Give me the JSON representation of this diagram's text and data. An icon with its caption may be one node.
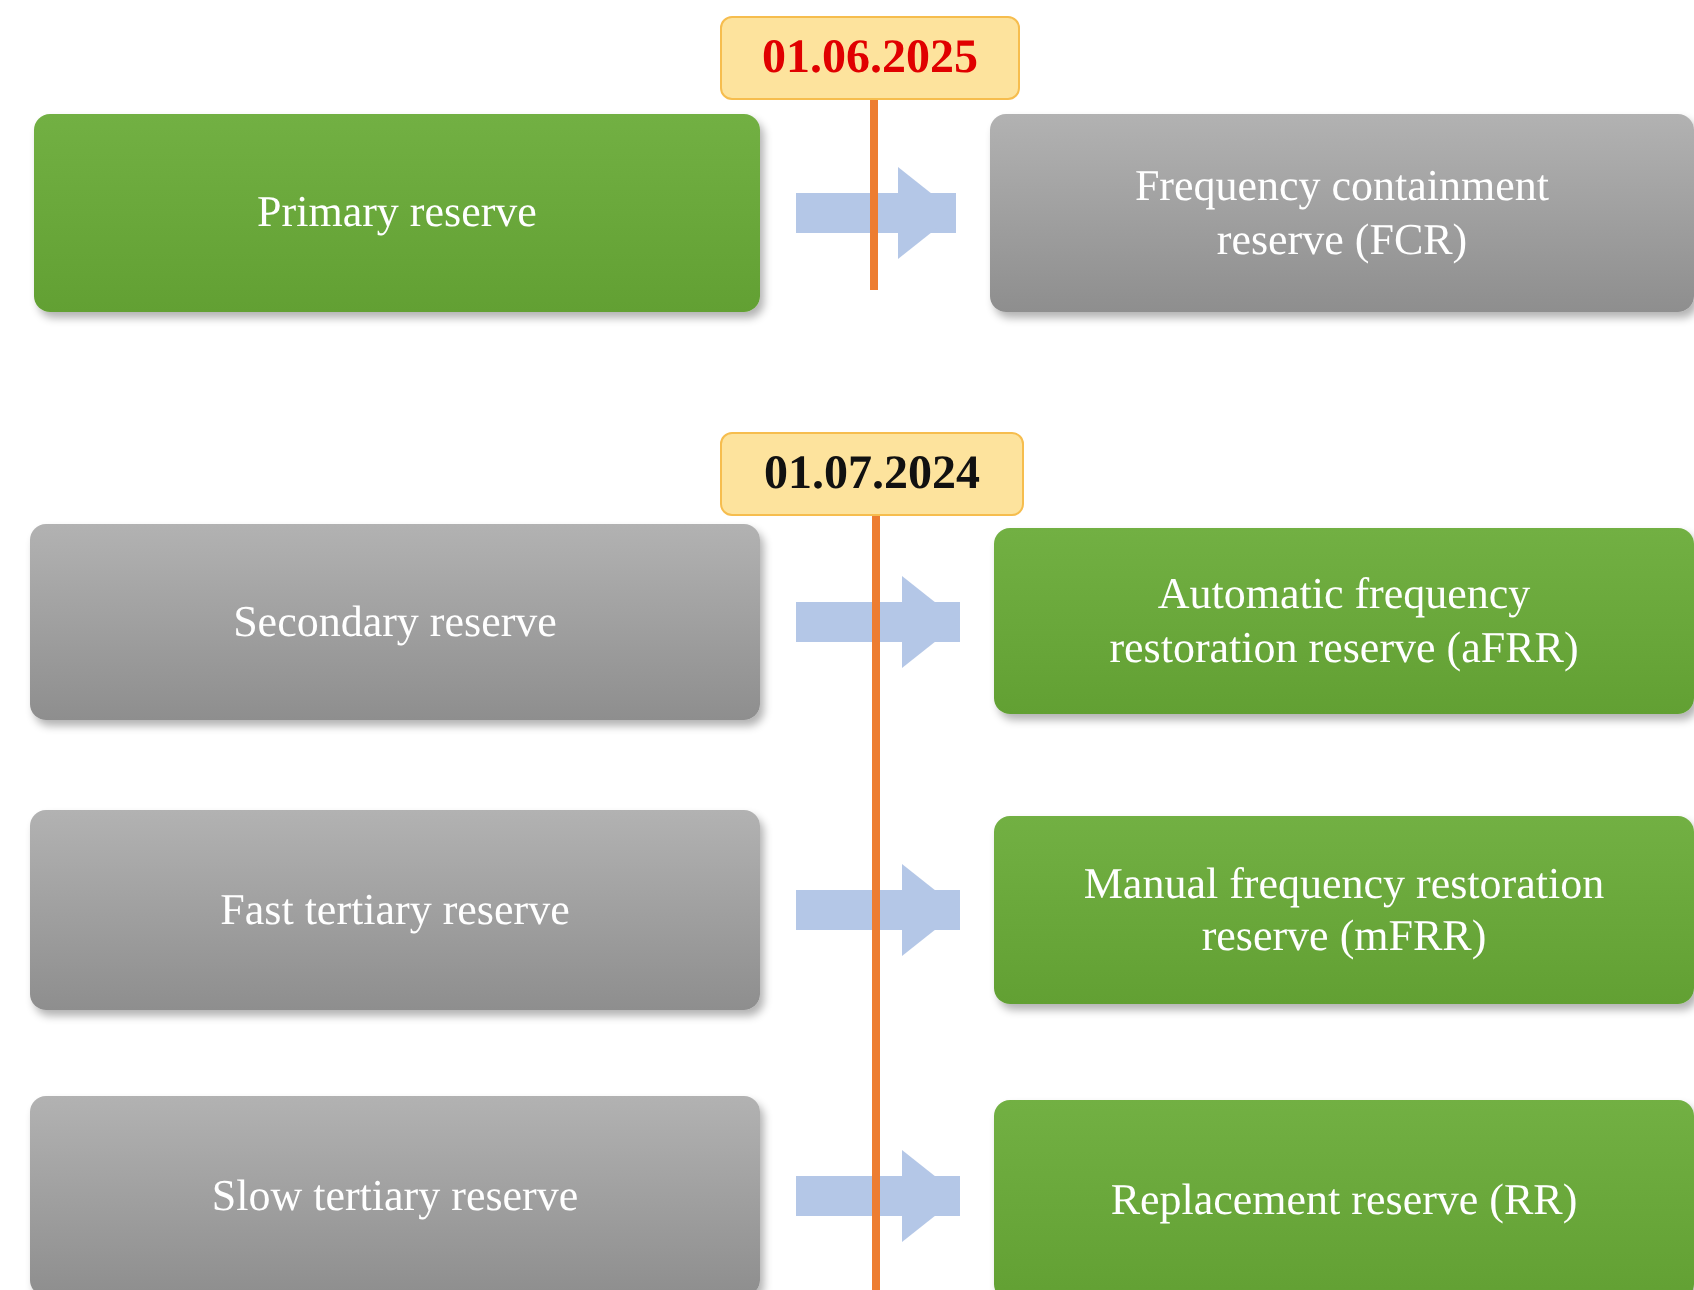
{
  "diagram": {
    "nodes": [
      {
        "text": [
          "01.06.2025"
        ]
      },
      {
        "text": [
          "Primary reserve"
        ]
      },
      {
        "text": [
          "Frequency containment reserve (FCR)"
        ]
      },
      {
        "text": [
          "01.07.2024"
        ]
      },
      {
        "text": [
          "Secondary reserve"
        ]
      },
      {
        "text": [
          "Automatic frequency restoration reserve (aFRR)"
        ]
      },
      {
        "text": [
          "Fast tertiary reserve"
        ]
      },
      {
        "text": [
          "Manual frequency restoration reserve (mFRR)"
        ]
      },
      {
        "text": [
          "Slow tertiary reserve"
        ]
      },
      {
        "text": [
          "Replacement reserve (RR)"
        ]
      }
    ],
    "edges": [
      {
        "from": 1,
        "to": 2,
        "arrow": "to"
      },
      {
        "from": 4,
        "to": 5,
        "arrow": "to"
      },
      {
        "from": 6,
        "to": 7,
        "arrow": "to"
      },
      {
        "from": 8,
        "to": 9,
        "arrow": "to"
      }
    ]
  }
}
